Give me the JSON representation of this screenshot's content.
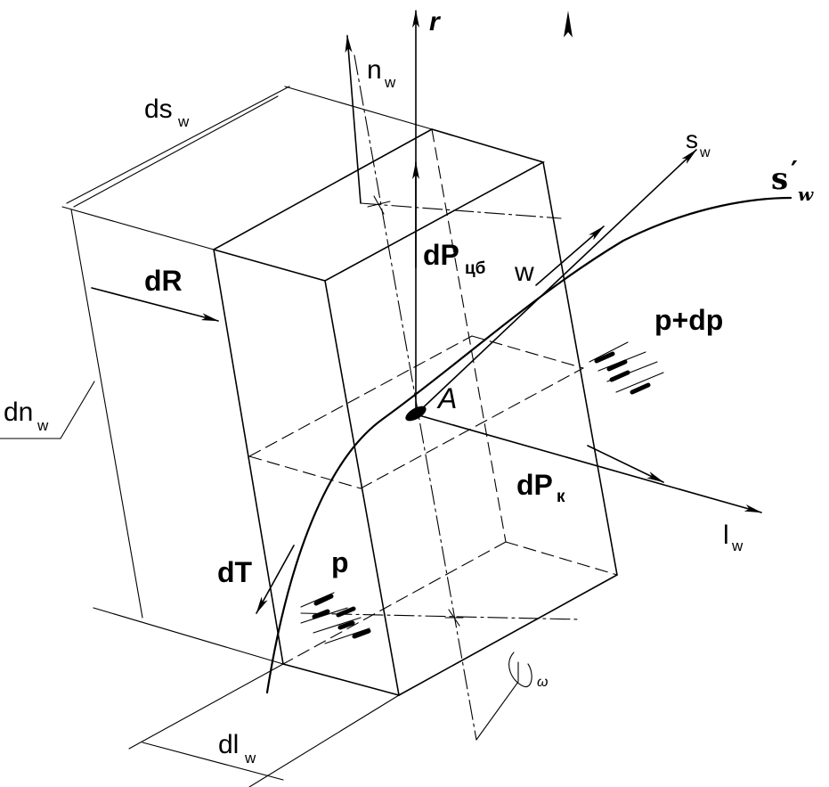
{
  "labels": {
    "r": "r",
    "n_main": "n",
    "n_sub": "w",
    "ds_main": "ds",
    "ds_sub": "w",
    "s_main": "s",
    "s_sub": "w",
    "sprime_main": "s",
    "sprime_mark": "′",
    "sprime_sub": "w",
    "dR": "dR",
    "dP_cb_main": "dP",
    "dP_cb_sub": "цб",
    "w": "w",
    "p_dp": "p+dp",
    "dn_main": "dn",
    "dn_sub": "w",
    "A": "A",
    "dP_k_main": "dP",
    "dP_k_sub": "к",
    "l_main": "l",
    "l_sub": "w",
    "dT": "dT",
    "p": "p",
    "omega": "ω",
    "dl_main": "dl",
    "dl_sub": "w"
  }
}
